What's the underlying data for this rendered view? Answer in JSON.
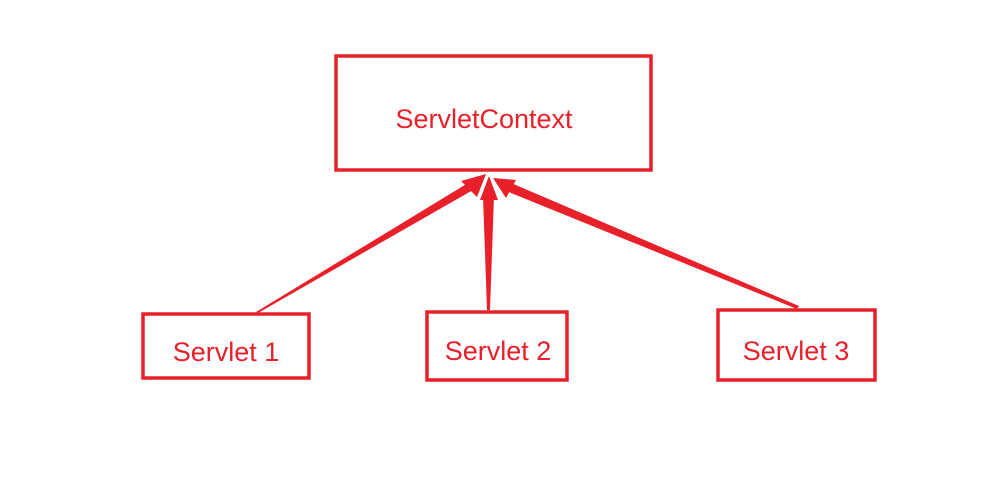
{
  "colors": {
    "stroke": "#e8202a",
    "text": "#e8202a",
    "background": "#ffffff"
  },
  "nodes": {
    "context": {
      "label": "ServletContext"
    },
    "servlet1": {
      "label": "Servlet 1"
    },
    "servlet2": {
      "label": "Servlet 2"
    },
    "servlet3": {
      "label": "Servlet 3"
    }
  }
}
